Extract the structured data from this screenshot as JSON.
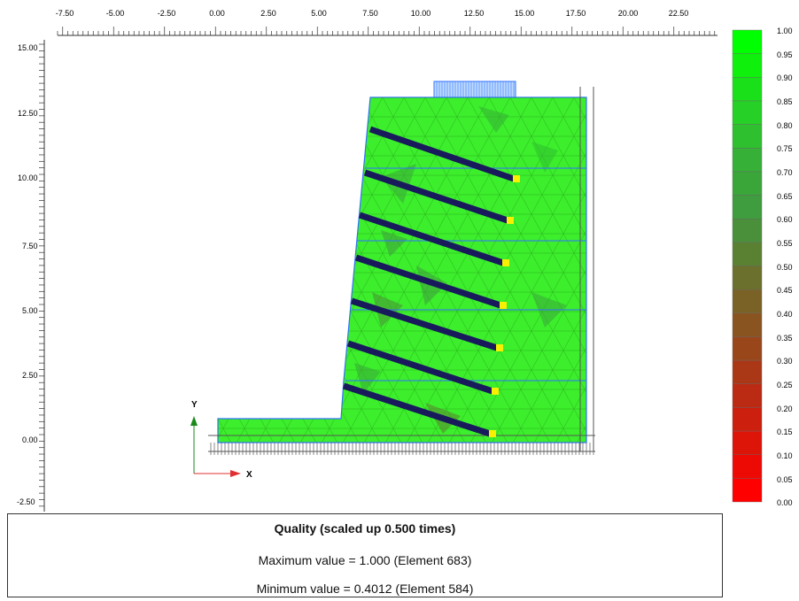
{
  "x_axis": {
    "ticks": [
      "-7.50",
      "-5.00",
      "-2.50",
      "0.00",
      "2.50",
      "5.00",
      "7.50",
      "10.00",
      "12.50",
      "15.00",
      "17.50",
      "20.00",
      "22.50"
    ]
  },
  "y_axis": {
    "ticks": [
      "15.00",
      "12.50",
      "10.00",
      "7.50",
      "5.00",
      "2.50",
      "0.00",
      "-2.50"
    ]
  },
  "origin_axes": {
    "x_label": "X",
    "y_label": "Y"
  },
  "legend": {
    "labels": [
      "1.00",
      "0.95",
      "0.90",
      "0.85",
      "0.80",
      "0.75",
      "0.70",
      "0.65",
      "0.60",
      "0.55",
      "0.50",
      "0.45",
      "0.40",
      "0.35",
      "0.30",
      "0.25",
      "0.20",
      "0.15",
      "0.10",
      "0.05",
      "0.00"
    ],
    "colors": [
      "#00ff00",
      "#0ff00d",
      "#1ae01a",
      "#26d026",
      "#2ec02e",
      "#36b036",
      "#3aa63a",
      "#3f9c3f",
      "#4a8f3a",
      "#5a8132",
      "#6b702c",
      "#7a6226",
      "#8a5420",
      "#9a461b",
      "#aa3816",
      "#bb2a12",
      "#cc1f0d",
      "#dd1408",
      "#ee0a04",
      "#ff0000"
    ]
  },
  "info": {
    "title": "Quality (scaled up 0.500 times)",
    "max": "Maximum value = 1.000  (Element 683)",
    "min": "Minimum value = 0.4012  (Element 584)"
  },
  "colors": {
    "mesh_fill": "#3cee2c",
    "mesh_line": "#2aa21a",
    "anchor": "#181a5c",
    "anchor_end": "#f7f000",
    "boundary": "#3070ff",
    "load": "#9ac4ff"
  }
}
